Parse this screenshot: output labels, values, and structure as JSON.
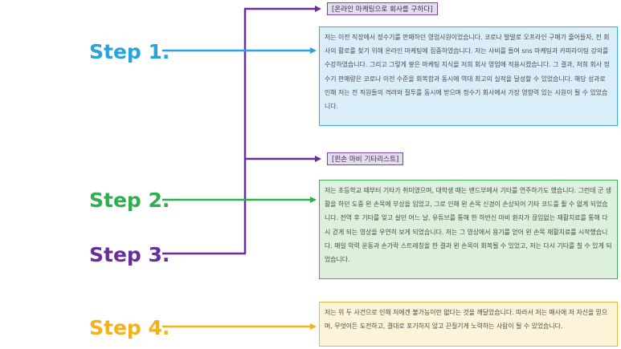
{
  "steps": {
    "step1": "Step 1.",
    "step2": "Step 2.",
    "step3": "Step 3.",
    "step4": "Step 4."
  },
  "tags": {
    "tag1": "[온라인 마케팅으로 회사를 구하다]",
    "tag2": "[왼손 마비 기타리스트]"
  },
  "boxes": {
    "box1": "저는 이전 직장에서 정수기를 판매하던 영업사원이었습니다. 코로나 발발로 오프라인 구매가 줄어들자, 전 회사의 활로를 찾기 위해 온라인 마케팅에 집중하였습니다. 저는 사비를 들여 sns 마케팅과 카피라이팅 강의를 수강하였습니다. 그리고 그렇게 쌓은 마케팅 지식을 저희 회사 영업에 적용시켰습니다. 그 결과, 저희 회사 정수기 판매량은 코로나 이전 수준을 회복함과 동시에 역대 최고의 실적을 달성할 수 있었습니다. 해당 성과로 인해 저는 전 직원들의 격려와 질투를 동시에 받으며 정수기 회사에서 가장 영향력 있는 사원이 될 수 있었습니다.",
    "box2": "저는 초등학교 때부터 기타가 취미였으며, 대학생 때는 밴드부에서 기타를 연주하기도 했습니다. 그런데 군 생활을 하던 도중 왼 손목에 부상을 입었고, 그로 인해 왼 손목 신경이 손상되어 기타 코드를 쥘 수 없게 되었습니다. 전역 후 기타를 잊고 살던 어느 날, 유튜브를 통해 한 하반신 마비 환자가 끊임없는 재활치료를 통해 다시 걷게 되는 영상을 우연히 보게 되었습니다. 저는 그 영상에서 용기를 얻어 왼 손목 재활치료를 시작했습니다. 매일 악력 운동과 손가락 스트레칭을 한 결과 왼 손목이 회복될 수 있었고, 저는 다시 기타를 칠 수 있게 되었습니다.",
    "box3": "저는 위 두 사건으로 인해 저에겐 불가능이란 없다는 것을 깨달았습니다. 따라서 저는 매사에 저 자신을 믿으며, 무엇이든 도전하고, 결대로 포기하지 않고 끈질기게 노력하는 사람이 될 수 있었습니다."
  },
  "colors": {
    "step1": "#29a3dc",
    "step2": "#2fae4e",
    "step3": "#6a2e9a",
    "step4": "#f2b21b"
  }
}
